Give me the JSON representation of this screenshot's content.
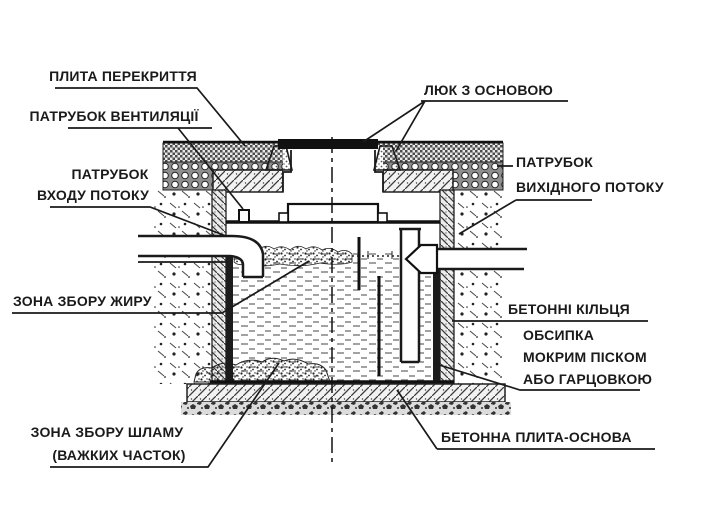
{
  "colors": {
    "ink": "#1a1a1a",
    "paper": "#ffffff"
  },
  "labels": {
    "cover_slab": "ПЛИТА ПЕРЕКРИТТЯ",
    "vent_pipe": "ПАТРУБОК ВЕНТИЛЯЦІЇ",
    "inlet_pipe": [
      "ПАТРУБОК",
      "ВХОДУ ПОТОКУ"
    ],
    "hatch_with_base": "ЛЮК З ОСНОВОЮ",
    "outlet_pipe": [
      "ПАТРУБОК",
      "ВИХІДНОГО ПОТОКУ"
    ],
    "grease_zone": "ЗОНА ЗБОРУ ЖИРУ",
    "concrete_rings": "БЕТОННІ КІЛЬЦЯ",
    "backfill": [
      "ОБСИПКА",
      "МОКРИМ ПІСКОМ",
      "АБО ГАРЦОВКОЮ"
    ],
    "sludge_zone": [
      "ЗОНА ЗБОРУ ШЛАМУ",
      "(ВАЖКИХ ЧАСТОК)"
    ],
    "base_slab": "БЕТОННА ПЛИТА-ОСНОВА"
  }
}
